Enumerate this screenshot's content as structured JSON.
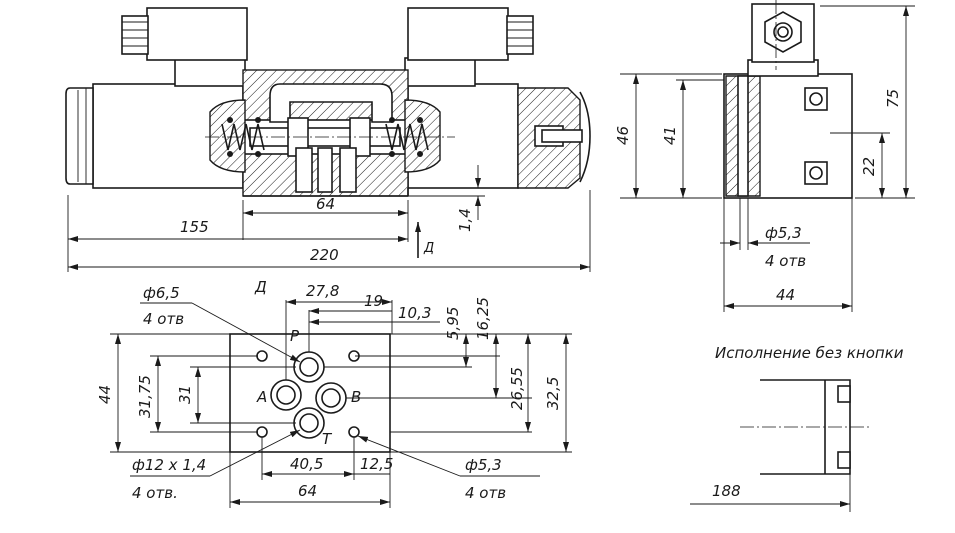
{
  "dims": {
    "d155": "155",
    "d220": "220",
    "d64_top": "64",
    "d1_4": "1,4",
    "d46": "46",
    "d41": "41",
    "d75": "75",
    "d22": "22",
    "d44_side": "44",
    "d5_3_side": "ф5,3",
    "holes_side": "4 отв",
    "d27_8": "27,8",
    "d19": "19",
    "d10_3": "10,3",
    "d5_95": "5,95",
    "d16_25": "16,25",
    "d26_55": "26,55",
    "d32_5": "32,5",
    "d44_plate": "44",
    "d31_75": "31,75",
    "d31": "31",
    "d6_5": "ф6,5",
    "holes_6_5": "4 отв",
    "d12x1_4": "ф12 х 1,4",
    "holes_12": "4 отв.",
    "d40_5": "40,5",
    "d12_5": "12,5",
    "d64_plate": "64",
    "d5_3_plate": "ф5,3",
    "holes_5_3": "4 отв",
    "d188": "188"
  },
  "labels": {
    "view_arrow": "Д",
    "view_title": "Д",
    "port_p": "P",
    "port_a": "A",
    "port_b": "B",
    "port_t": "T",
    "variant_title": "Исполнение без кнопки"
  }
}
